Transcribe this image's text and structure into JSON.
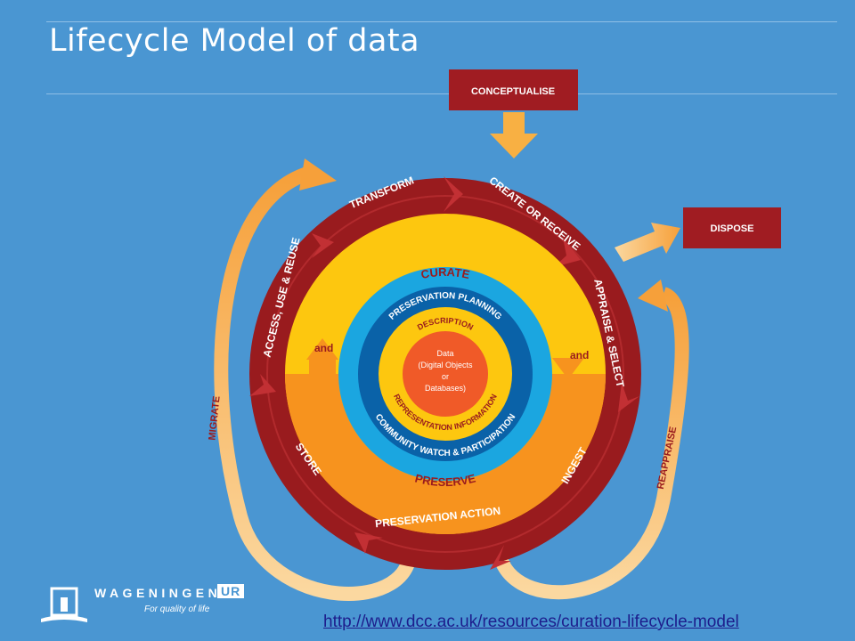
{
  "slide": {
    "title": "Lifecycle Model of data"
  },
  "diagram": {
    "sequential_actions": [
      "CONCEPTUALISE",
      "CREATE OR RECEIVE",
      "APPRAISE & SELECT",
      "INGEST",
      "PRESERVATION ACTION",
      "STORE",
      "ACCESS, USE & REUSE",
      "TRANSFORM"
    ],
    "occasional_actions": [
      "DISPOSE",
      "REAPPRAISE",
      "MIGRATE"
    ],
    "rings": {
      "curate": "CURATE",
      "preserve": "PRESERVE",
      "and_left": "and",
      "and_right": "and",
      "preservation_planning": "PRESERVATION PLANNING",
      "community_watch": "COMMUNITY WATCH & PARTICIPATION",
      "description": "DESCRIPTION",
      "representation": "REPRESENTATION INFORMATION"
    },
    "center": {
      "line1": "Data",
      "line2": "(Digital Objects",
      "line3": "or",
      "line4": "Databases)"
    }
  },
  "footer": {
    "logo_name": "WAGENINGEN",
    "logo_suffix": "UR",
    "logo_tagline": "For quality of life",
    "url": "http://www.dcc.ac.uk/resources/curation-lifecycle-model"
  },
  "colors": {
    "background": "#4a96d2",
    "outer_ring": "#991b1e",
    "curate_ring": "#fdc70f",
    "preserve_ring": "#f7931e",
    "planning_ring": "#1ba6e0",
    "inner_ring": "#0a62a8",
    "core": "#f05a28",
    "arrow": "#f8b043",
    "box": "#a01c22"
  }
}
